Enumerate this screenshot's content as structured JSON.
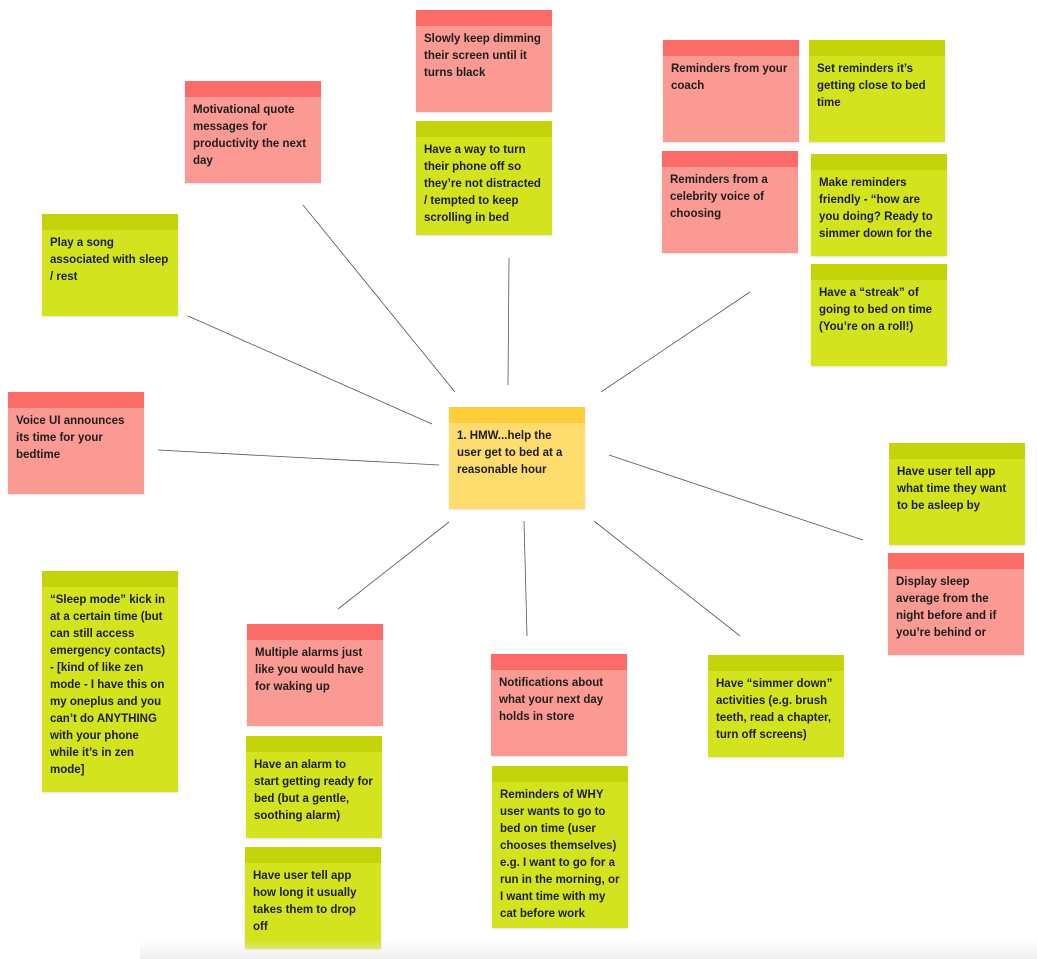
{
  "center": {
    "text": "1. HMW...help the user get to bed at a reasonable hour"
  },
  "notes": {
    "motivational_quote": "Motivational quote messages for productivity the next day",
    "dim_screen": "Slowly keep dimming their screen until it turns black",
    "turn_phone_off": "Have a way to turn their phone off so they’re not distracted / tempted to keep scrolling in bed",
    "reminders_coach": "Reminders from your coach",
    "set_reminders": "Set reminders it’s getting close to bed time",
    "celebrity_voice": "Reminders from a celebrity voice of choosing",
    "friendly_reminders": "Make reminders friendly - “how are you doing? Ready to simmer down for the",
    "streak": "Have a “streak” of going to bed on time (You’re on a roll!)",
    "play_song": "Play a song associated with sleep / rest",
    "voice_ui": "Voice UI announces its time for your bedtime",
    "tell_app_asleep": "Have user tell app what time they want to be asleep by",
    "sleep_average": "Display sleep average from the night before and if you’re behind or",
    "sleep_mode": "“Sleep mode” kick in at a certain time (but can still access emergency contacts) - [kind of like zen mode - I have this on my oneplus and you can’t do ANYTHING with your phone while it’s in zen mode]",
    "multiple_alarms": "Multiple alarms just like you would have for waking up",
    "gentle_alarm": "Have an alarm to start getting ready for bed (but a gentle, soothing alarm)",
    "drop_off_time": "Have user tell app how long it usually takes them to drop off",
    "next_day_notifications": "Notifications about what your next day holds in store",
    "reminders_why": "Reminders of WHY user wants to go to bed on time (user chooses themselves) e.g. I want to go for a run in the morning, or I want time with my cat before work",
    "simmer_down": "Have “simmer down” activities (e.g. brush teeth, read a chapter, turn off screens)"
  },
  "colors": {
    "pink_body": "#fb9a93",
    "pink_header": "#fb6b68",
    "green_body": "#d3e41f",
    "green_header": "#c3d40a",
    "yellow_body": "#fedc6e",
    "yellow_header": "#fecd3a",
    "connector": "#555555"
  }
}
